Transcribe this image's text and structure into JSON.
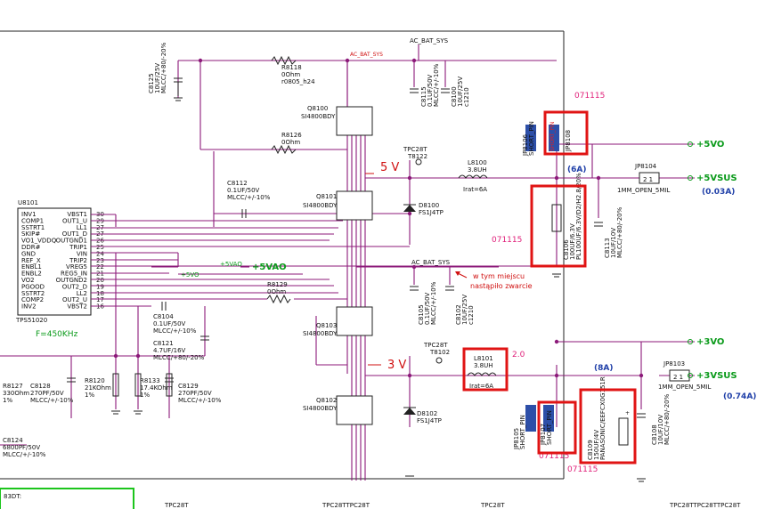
{
  "ic": {
    "ref": "U8101",
    "part": "TPS51020",
    "freq": "F=450KHz",
    "left_pins": [
      {
        "name": "INV1"
      },
      {
        "name": "COMP1"
      },
      {
        "name": "SSTRT1"
      },
      {
        "name": "SKIP#"
      },
      {
        "name": "VO1_VDDQ"
      },
      {
        "name": "DDR#"
      },
      {
        "name": "GND"
      },
      {
        "name": "REF_X"
      },
      {
        "name": "ENBL1"
      },
      {
        "name": "ENBL2"
      },
      {
        "name": "VO2"
      },
      {
        "name": "PGOOD"
      },
      {
        "name": "SSTRT2"
      },
      {
        "name": "COMP2"
      },
      {
        "name": "INV2"
      }
    ],
    "right_pins": [
      {
        "name": "VBST1",
        "num": "30"
      },
      {
        "name": "OUT1_U",
        "num": "29"
      },
      {
        "name": "LL1",
        "num": "27"
      },
      {
        "name": "OUT1_D",
        "num": "27"
      },
      {
        "name": "OUTGND1",
        "num": "26"
      },
      {
        "name": "TRIP1",
        "num": "25"
      },
      {
        "name": "VIN",
        "num": "24"
      },
      {
        "name": "TRIP2",
        "num": "23"
      },
      {
        "name": "VREG5",
        "num": "22"
      },
      {
        "name": "REG5_IN",
        "num": "21"
      },
      {
        "name": "OUTGND2",
        "num": "20"
      },
      {
        "name": "OUT2_D",
        "num": "19"
      },
      {
        "name": "LL2",
        "num": "18"
      },
      {
        "name": "OUT2_U",
        "num": "17"
      },
      {
        "name": "VBST2",
        "num": "16"
      }
    ]
  },
  "nets": {
    "ac_bat_sys_top": "AC_BAT_SYS",
    "ac_bat_sys_top2": "AC_BAT_SYS",
    "ac_bat_sys_mid": "AC_BAT_SYS",
    "vo5": "+5VO",
    "vo5_left": "+5VO",
    "vsus5": "+5VSUS",
    "vo3": "+3VO",
    "vsus3": "+3VSUS",
    "vao5_small": "+5VAO",
    "vao5_big": "+5VAO"
  },
  "components": {
    "c8125": [
      "C8125",
      "10UF/25V",
      "MLCC/+80/-20%"
    ],
    "r8118": [
      "R8118",
      "0Ohm",
      "r0805_h24"
    ],
    "q8100": [
      "Q8100",
      "SI4800BDY"
    ],
    "r8126": [
      "R8126",
      "0Ohm"
    ],
    "c8115": [
      "C8115",
      "0.1UF/50V",
      "MLCC/+/-10%"
    ],
    "c8100": [
      "C8100",
      "10UF/25V",
      "c1210"
    ],
    "c8112": [
      "C8112",
      "0.1UF/50V",
      "MLCC/+/-10%"
    ],
    "q8101": [
      "Q8101",
      "SI4800BDY"
    ],
    "tpc8122": [
      "TPC28T",
      "T8122"
    ],
    "l8100": [
      "L8100",
      "3.8UH",
      "Irat=6A"
    ],
    "d8100": [
      "D8100",
      "FS1J4TP"
    ],
    "r8129": [
      "R8129",
      "0Ohm"
    ],
    "c8105": [
      "C8105",
      "0.1UF/50V",
      "MLCC/+/-10%"
    ],
    "c8102": [
      "C8102",
      "10UF/25V",
      "c1210"
    ],
    "c8104": [
      "C8104",
      "0.1UF/50V",
      "MLCC/+/-10%"
    ],
    "c8121": [
      "C8121",
      "4.7UF/16V",
      "MLCC/+80/-20%"
    ],
    "q8103": [
      "Q8103",
      "SI4800BDY"
    ],
    "q8102": [
      "Q8102",
      "SI4800BDY"
    ],
    "tpc8102": [
      "TPC28T",
      "T8102"
    ],
    "l8101": [
      "L8101",
      "3.8UH",
      "Irat=6A"
    ],
    "d8102": [
      "D8102",
      "FS1J4TP"
    ],
    "r8127": [
      "R8127",
      "330Ohm",
      "1%"
    ],
    "c8128": [
      "C8128",
      "270PF/50V",
      "MLCC/+/-10%"
    ],
    "r8120": [
      "R8120",
      "21KOhm",
      "1%"
    ],
    "r8133": [
      "R8133",
      "17.4KOhm",
      "1%"
    ],
    "c8129": [
      "C8129",
      "270PF/50V",
      "MLCC/+/-10%"
    ],
    "c8124": [
      "C8124",
      "6800PF/50V",
      "MLCC/+/-10%"
    ],
    "jp8106": [
      "JP8106",
      "SHORT_PIN"
    ],
    "jp8108": [
      "JP8108",
      "SHORT_PIN"
    ],
    "c8106": [
      "C8106",
      "100UF/6.3V",
      "PL100UF/6.3V/D2/H2.8/20%"
    ],
    "c8113": [
      "C8113",
      "10UF/10V",
      "MLCC/+80/-20%"
    ],
    "jp8104": [
      "JP8104",
      "1MM_OPEN_5MIL"
    ],
    "jp8105": [
      "JP8105",
      "SHORT_PIN"
    ],
    "jp8107": [
      "JP8107",
      "SHORT_PIN"
    ],
    "c8109": [
      "C8109",
      "150UF/4V",
      "PANASONIC/EEFCX0G151R"
    ],
    "c8108": [
      "C8108",
      "10UF/10V",
      "MLCC/+80/-20%"
    ],
    "jp8103": [
      "JP8103",
      "1MM_OPEN_5MIL"
    ]
  },
  "annotations": {
    "v5": "5 V",
    "v3": "3 V",
    "i6a": "(6A)",
    "i003": "(0.03A)",
    "i8a": "(8A)",
    "i074": "(0.74A)",
    "date1": "071115",
    "date2": "071115",
    "date3": "071115",
    "date4": "071115",
    "rev": "2.0",
    "note_line1": "w tym miejscu",
    "note_line2": "nastąpiło zwarcie",
    "footer_left": "83DT:",
    "footer_tpc": [
      "TPC28T",
      "TPC28TTPC28T",
      "TPC28T",
      "TPC28TTPC28TTPC28T"
    ]
  },
  "pin_numbers": {
    "one": "1",
    "two": "2",
    "jp_pins": "2 1"
  },
  "colors": {
    "wire": "#8c1a7a",
    "net_green": "#0a9a1a",
    "current_blue": "#1f3fa8",
    "highlight_red": "#e01414",
    "date_pink": "#e0207a"
  }
}
